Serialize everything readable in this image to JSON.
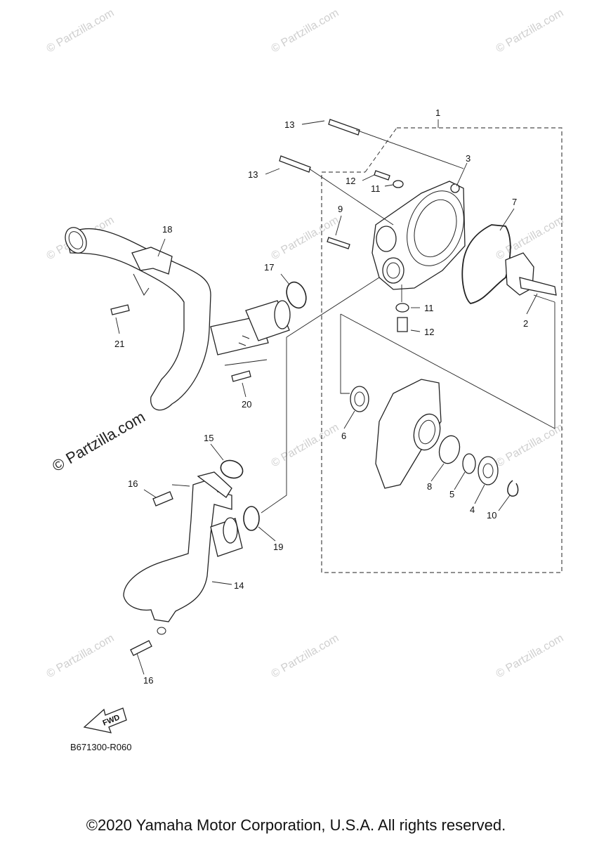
{
  "diagram": {
    "part_numbers": [
      "1",
      "2",
      "3",
      "4",
      "5",
      "6",
      "7",
      "8",
      "9",
      "10",
      "11",
      "11",
      "12",
      "12",
      "13",
      "13",
      "14",
      "15",
      "16",
      "16",
      "17",
      "18",
      "19",
      "20",
      "21"
    ],
    "fwd_label": "FWD",
    "diagram_code": "B671300-R060"
  },
  "watermark": {
    "text": "© Partzilla.com"
  },
  "footer": {
    "copyright": "©2020 Yamaha Motor Corporation, U.S.A. All rights reserved."
  }
}
